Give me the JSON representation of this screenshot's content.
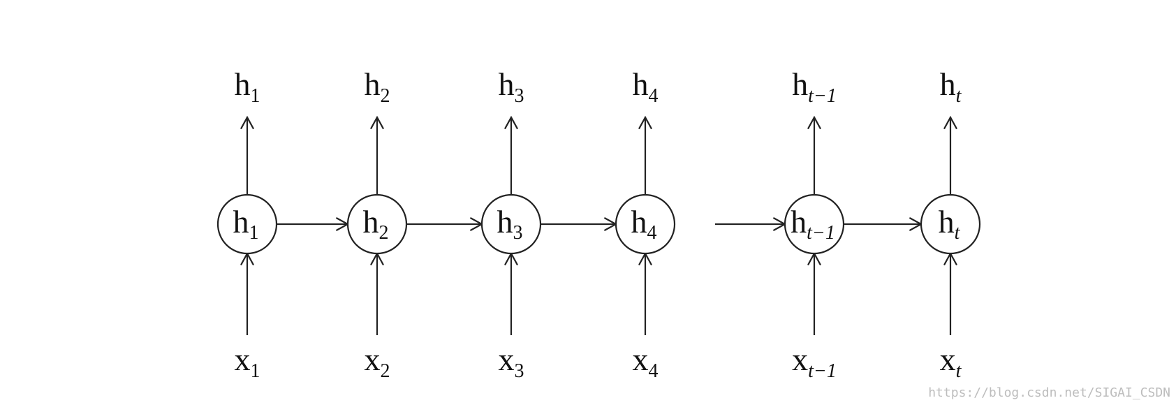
{
  "diagram": {
    "units": [
      {
        "id": "1",
        "output": {
          "base": "h",
          "sub": "1",
          "sub_italic": false
        },
        "node": {
          "base": "h",
          "sub": "1",
          "sub_italic": false
        },
        "input": {
          "base": "x",
          "sub": "1",
          "sub_italic": false
        }
      },
      {
        "id": "2",
        "output": {
          "base": "h",
          "sub": "2",
          "sub_italic": false
        },
        "node": {
          "base": "h",
          "sub": "2",
          "sub_italic": false
        },
        "input": {
          "base": "x",
          "sub": "2",
          "sub_italic": false
        }
      },
      {
        "id": "3",
        "output": {
          "base": "h",
          "sub": "3",
          "sub_italic": false
        },
        "node": {
          "base": "h",
          "sub": "3",
          "sub_italic": false
        },
        "input": {
          "base": "x",
          "sub": "3",
          "sub_italic": false
        }
      },
      {
        "id": "4",
        "output": {
          "base": "h",
          "sub": "4",
          "sub_italic": false
        },
        "node": {
          "base": "h",
          "sub": "4",
          "sub_italic": false
        },
        "input": {
          "base": "x",
          "sub": "4",
          "sub_italic": false
        }
      },
      {
        "id": "t-1",
        "output": {
          "base": "h",
          "sub": "t−1",
          "sub_italic": true
        },
        "node": {
          "base": "h",
          "sub": "t−1",
          "sub_italic": true
        },
        "input": {
          "base": "x",
          "sub": "t−1",
          "sub_italic": true
        }
      },
      {
        "id": "t",
        "output": {
          "base": "h",
          "sub": "t",
          "sub_italic": true
        },
        "node": {
          "base": "h",
          "sub": "t",
          "sub_italic": true
        },
        "input": {
          "base": "x",
          "sub": "t",
          "sub_italic": true
        }
      }
    ],
    "edges": [
      {
        "from": "1",
        "to": "2"
      },
      {
        "from": "2",
        "to": "3"
      },
      {
        "from": "3",
        "to": "4"
      },
      {
        "from": null,
        "to": "t-1"
      },
      {
        "from": "t-1",
        "to": "t"
      }
    ]
  },
  "watermark": "https://blog.csdn.net/SIGAI_CSDN",
  "colors": {
    "stroke": "#222222",
    "text": "#111111",
    "watermark": "#bdbdbd",
    "background": "#ffffff"
  }
}
